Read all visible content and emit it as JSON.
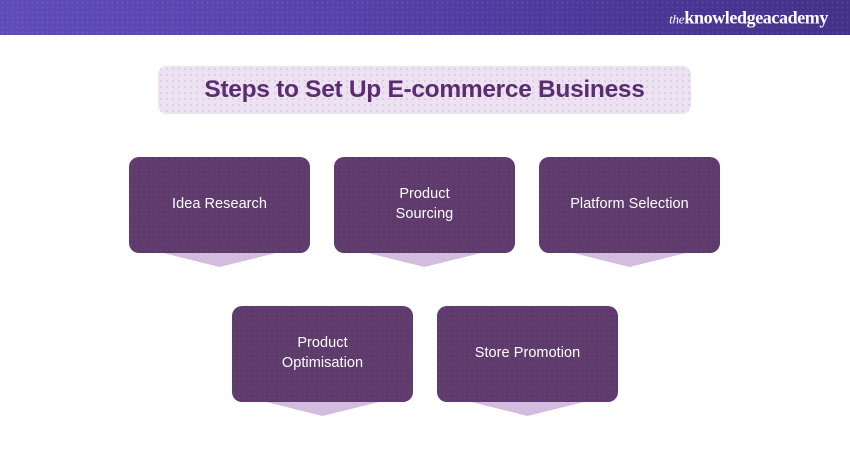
{
  "header": {
    "logo_prefix": "the",
    "logo_main": "knowledgeacademy",
    "gradient_from": "#5e4cb8",
    "gradient_to": "#433189"
  },
  "title": {
    "text": "Steps to Set Up E-commerce Business",
    "background": "#ece2f2",
    "color": "#5b2c6f"
  },
  "colors": {
    "card_fill": "#5f3a6d",
    "card_tail": "#d3bce0",
    "card_text": "#ffffff",
    "page_background": "#ffffff"
  },
  "steps": [
    {
      "label": "Idea Research"
    },
    {
      "label": "Product\nSourcing"
    },
    {
      "label": "Platform Selection"
    },
    {
      "label": "Product\nOptimisation"
    },
    {
      "label": "Store Promotion"
    }
  ]
}
